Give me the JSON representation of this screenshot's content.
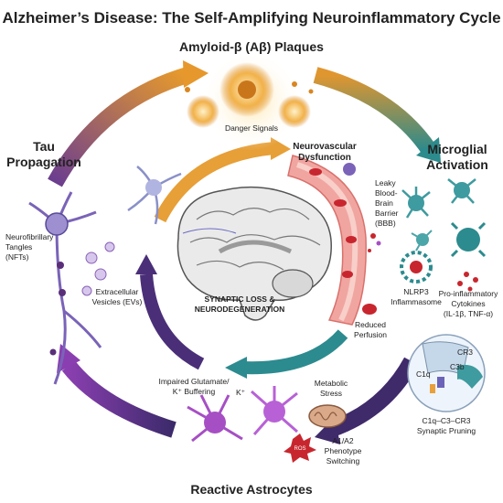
{
  "title": "Alzheimer’s Disease: The Self-Amplifying Neuroinflammatory Cycle",
  "stages": {
    "amyloid": "Amyloid-β (Aβ) Plaques",
    "microglia_1": "Microglial",
    "microglia_2": "Activation",
    "astrocytes": "Reactive Astrocytes",
    "tau_1": "Tau",
    "tau_2": "Propagation",
    "neurovascular_1": "Neurovascular",
    "neurovascular_2": "Dysfunction"
  },
  "labels": {
    "danger_signals": "Danger Signals",
    "leaky_1": "Leaky",
    "leaky_2": "Blood-",
    "leaky_3": "Brain",
    "leaky_4": "Barrier",
    "leaky_5": "(BBB)",
    "reduced_1": "Reduced",
    "reduced_2": "Perfusion",
    "synaptic_1": "SYNAPTIC LOSS &",
    "synaptic_2": "NEURODEGENERATION",
    "nlrp3_1": "NLRP3",
    "nlrp3_2": "Inflammasome",
    "cyto_1": "Pro-inflammatory",
    "cyto_2": "Cytokines",
    "cyto_3": "(IL-1β, TNF-α)",
    "cr3": "CR3",
    "c3b": "C3b",
    "c1q": "C1q",
    "pruning_1": "C1q–C3–CR3",
    "pruning_2": "Synaptic Pruning",
    "metabolic_1": "Metabolic",
    "metabolic_2": "Stress",
    "ros": "ROS",
    "a1a2_1": "A1/A2",
    "a1a2_2": "Phenotype",
    "a1a2_3": "Switching",
    "glutamate_1": "Impaired Glutamate/",
    "glutamate_2": "K⁺ Buffering",
    "kplus": "K⁺",
    "nft_1": "Neurofibrillary",
    "nft_2": "Tangles",
    "nft_3": "(NFTs)",
    "ev_1": "Extracellular",
    "ev_2": "Vesicles (EVs)"
  },
  "colors": {
    "orange": "#e39a2d",
    "teal": "#2f8f8f",
    "purple": "#5a2f7a",
    "violet": "#a64fc4",
    "vessel": "#e9938f",
    "rbc": "#c8262e"
  }
}
